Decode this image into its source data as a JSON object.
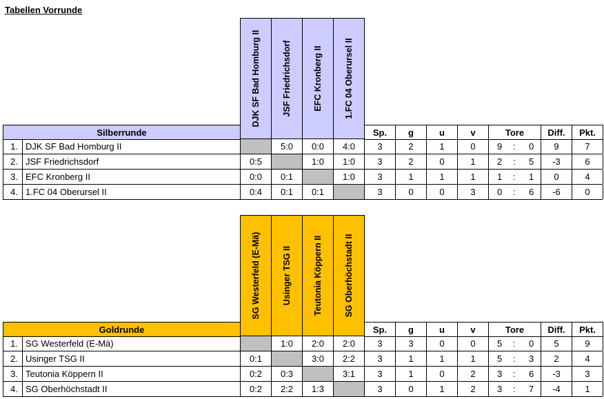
{
  "page_title": "Tabellen Vorrunde",
  "colors": {
    "silver_header": "#ccccff",
    "gold_header": "#ffc000",
    "empty_cell": "#c0c0c0"
  },
  "stat_headers": {
    "sp": "Sp.",
    "g": "g",
    "u": "u",
    "v": "v",
    "tore": "Tore",
    "diff": "Diff.",
    "pkt": "Pkt."
  },
  "silver": {
    "title": "Silberrunde",
    "opponents": [
      "DJK SF Bad Homburg II",
      "JSF Friedrichsdorf",
      "EFC Kronberg II",
      "1.FC 04 Oberursel II"
    ],
    "rows": [
      {
        "nr": "1.",
        "team": "DJK SF Bad Homburg II",
        "results": [
          "",
          "5:0",
          "0:0",
          "4:0"
        ],
        "sp": "3",
        "g": "2",
        "u": "1",
        "v": "0",
        "tf": "9",
        "colon": ":",
        "ta": "0",
        "diff": "9",
        "pkt": "7"
      },
      {
        "nr": "2.",
        "team": "JSF Friedrichsdorf",
        "results": [
          "0:5",
          "",
          "1:0",
          "1:0"
        ],
        "sp": "3",
        "g": "2",
        "u": "0",
        "v": "1",
        "tf": "2",
        "colon": ":",
        "ta": "5",
        "diff": "-3",
        "pkt": "6"
      },
      {
        "nr": "3.",
        "team": "EFC Kronberg II",
        "results": [
          "0:0",
          "0:1",
          "",
          "1:0"
        ],
        "sp": "3",
        "g": "1",
        "u": "1",
        "v": "1",
        "tf": "1",
        "colon": ":",
        "ta": "1",
        "diff": "0",
        "pkt": "4"
      },
      {
        "nr": "4.",
        "team": "1.FC 04 Oberursel II",
        "results": [
          "0:4",
          "0:1",
          "0:1",
          ""
        ],
        "sp": "3",
        "g": "0",
        "u": "0",
        "v": "3",
        "tf": "0",
        "colon": ":",
        "ta": "6",
        "diff": "-6",
        "pkt": "0"
      }
    ]
  },
  "gold": {
    "title": "Goldrunde",
    "opponents": [
      "SG Westerfeld (E-Mä)",
      "Usinger TSG II",
      "Teutonia Köppern II",
      "SG Oberhöchstadt II"
    ],
    "rows": [
      {
        "nr": "1.",
        "team": "SG Westerfeld (E-Mä)",
        "results": [
          "",
          "1:0",
          "2:0",
          "2:0"
        ],
        "sp": "3",
        "g": "3",
        "u": "0",
        "v": "0",
        "tf": "5",
        "colon": ":",
        "ta": "0",
        "diff": "5",
        "pkt": "9"
      },
      {
        "nr": "2.",
        "team": "Usinger TSG II",
        "results": [
          "0:1",
          "",
          "3:0",
          "2:2"
        ],
        "sp": "3",
        "g": "1",
        "u": "1",
        "v": "1",
        "tf": "5",
        "colon": ":",
        "ta": "3",
        "diff": "2",
        "pkt": "4"
      },
      {
        "nr": "3.",
        "team": "Teutonia Köppern II",
        "results": [
          "0:2",
          "0:3",
          "",
          "3:1"
        ],
        "sp": "3",
        "g": "1",
        "u": "0",
        "v": "2",
        "tf": "3",
        "colon": ":",
        "ta": "6",
        "diff": "-3",
        "pkt": "3"
      },
      {
        "nr": "4.",
        "team": "SG Oberhöchstadt II",
        "results": [
          "0:2",
          "2:2",
          "1:3",
          ""
        ],
        "sp": "3",
        "g": "0",
        "u": "1",
        "v": "2",
        "tf": "3",
        "colon": ":",
        "ta": "7",
        "diff": "-4",
        "pkt": "1"
      }
    ]
  }
}
